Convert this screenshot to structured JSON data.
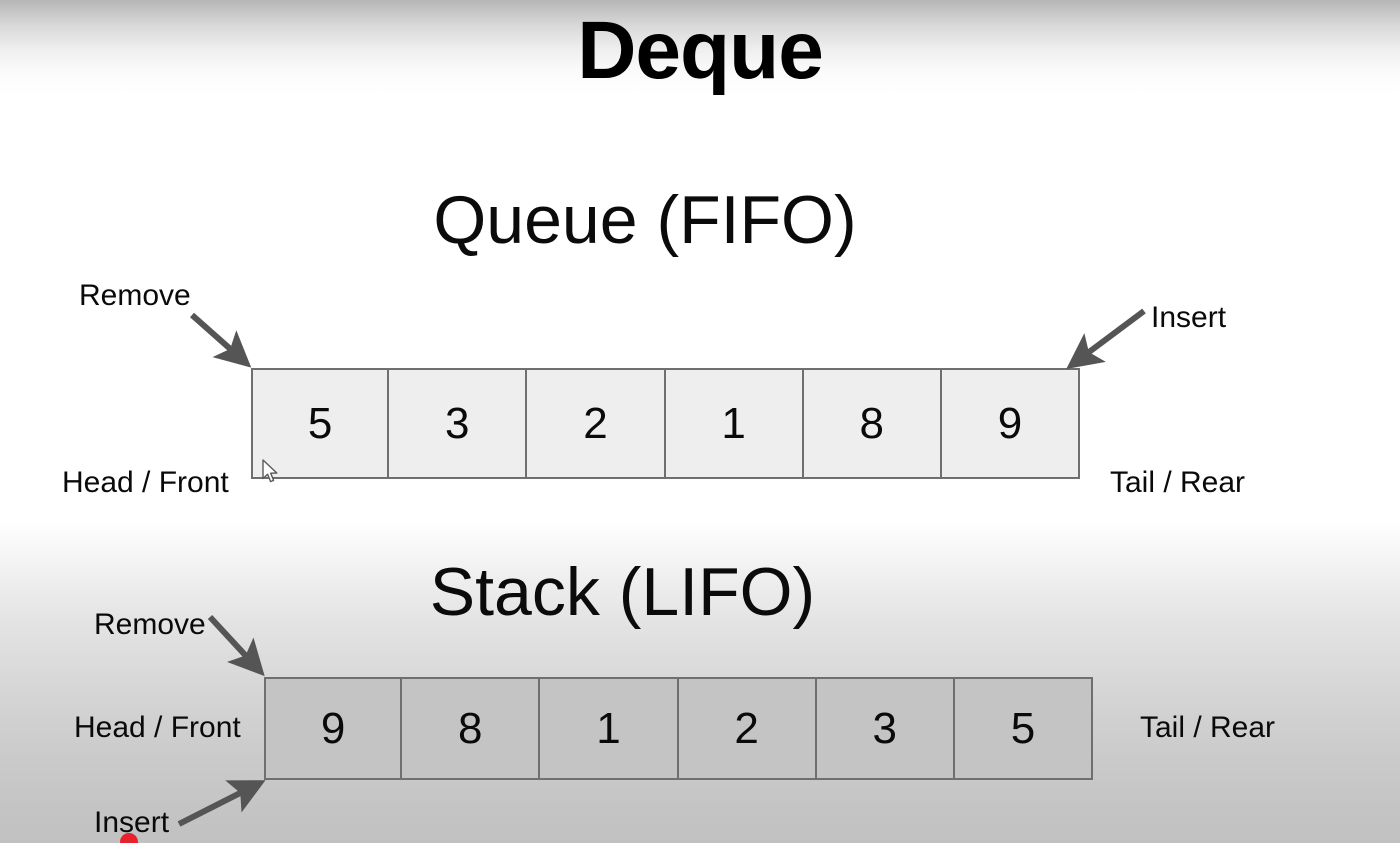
{
  "slide": {
    "title": "Deque",
    "background_top_color": "#b6b6b6",
    "background_bottom_color": "#c1c1c1",
    "text_color": "#0a0a0a"
  },
  "queue_section": {
    "title": "Queue (FIFO)",
    "cells": [
      "5",
      "3",
      "2",
      "1",
      "8",
      "9"
    ],
    "cell_fill": "#eeeeee",
    "cell_border": "#6f6f6f",
    "labels": {
      "remove": "Remove",
      "insert": "Insert",
      "head": "Head / Front",
      "tail": "Tail / Rear"
    }
  },
  "stack_section": {
    "title": "Stack (LIFO)",
    "cells": [
      "9",
      "8",
      "1",
      "2",
      "3",
      "5"
    ],
    "cell_fill": "#c4c4c4",
    "cell_border": "#6f6f6f",
    "labels": {
      "remove": "Remove",
      "insert": "Insert",
      "head": "Head / Front",
      "tail": "Tail / Rear"
    }
  },
  "annotations": {
    "arrow_color": "#555555",
    "marker_color": "#e8212f"
  }
}
